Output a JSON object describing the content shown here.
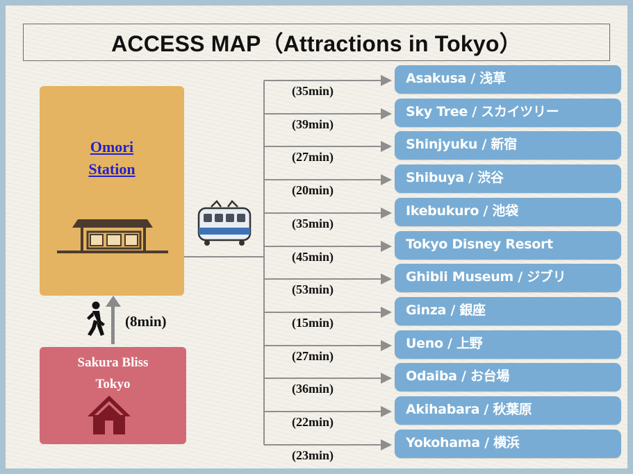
{
  "title": "ACCESS MAP（Attractions in Tokyo）",
  "station": {
    "line1": "Omori",
    "line2": "Station"
  },
  "hotel": {
    "line1": "Sakura Bliss",
    "line2": "Tokyo"
  },
  "walk_time": "(8min)",
  "icons": {
    "station": "station-building-icon",
    "hotel": "house-icon",
    "walker": "walking-person-icon",
    "train": "train-icon"
  },
  "colors": {
    "station_box": "#e4b462",
    "hotel_box": "#d26a75",
    "destination_box": "#78acd4",
    "link": "#2323c8"
  },
  "destinations": [
    {
      "label": "Asakusa / 浅草",
      "time": "(35min)"
    },
    {
      "label": " Sky Tree / スカイツリー",
      "time": "(39min)"
    },
    {
      "label": "Shinjyuku / 新宿",
      "time": "(27min)"
    },
    {
      "label": "Shibuya / 渋谷",
      "time": "(20min)"
    },
    {
      "label": "Ikebukuro / 池袋",
      "time": "(35min)"
    },
    {
      "label": "Tokyo Disney Resort",
      "time": "(45min)"
    },
    {
      "label": " Ghibli Museum / ジブリ",
      "time": "(53min)"
    },
    {
      "label": "Ginza / 銀座",
      "time": "(15min)"
    },
    {
      "label": "Ueno / 上野",
      "time": "(27min)"
    },
    {
      "label": "Odaiba / お台場",
      "time": "(36min)"
    },
    {
      "label": "Akihabara / 秋葉原",
      "time": "(22min)"
    },
    {
      "label": "Yokohama / 横浜",
      "time": "(23min)"
    }
  ]
}
